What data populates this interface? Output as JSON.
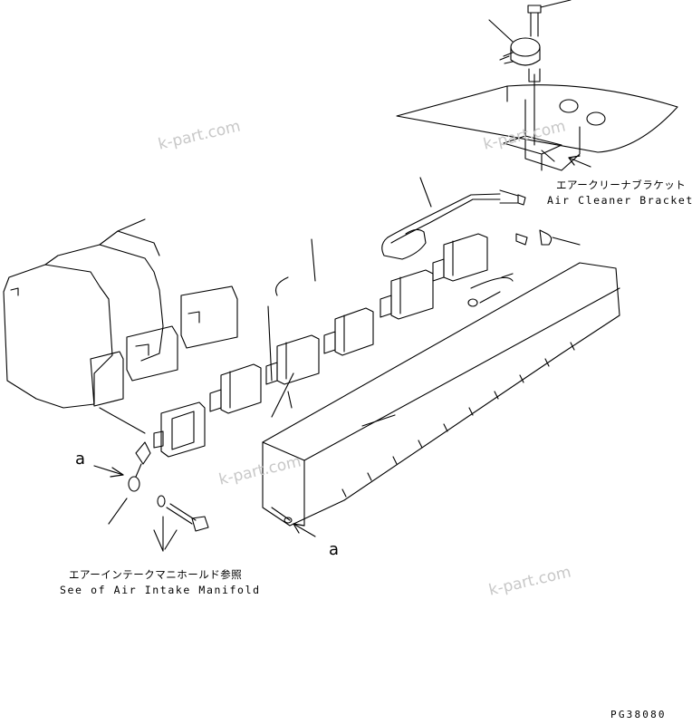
{
  "labels": {
    "air_cleaner_bracket_jp": "エアークリーナブラケット",
    "air_cleaner_bracket_en": "Air Cleaner Bracket",
    "intake_manifold_jp": "エアーインテークマニホールド参照",
    "intake_manifold_en": "See of Air Intake Manifold",
    "ref_a_left": "a",
    "ref_a_right": "a",
    "drawing_code": "PG38080"
  },
  "watermarks": [
    "k-part.com",
    "k-part.com",
    "k-part.com",
    "k-part.com"
  ]
}
